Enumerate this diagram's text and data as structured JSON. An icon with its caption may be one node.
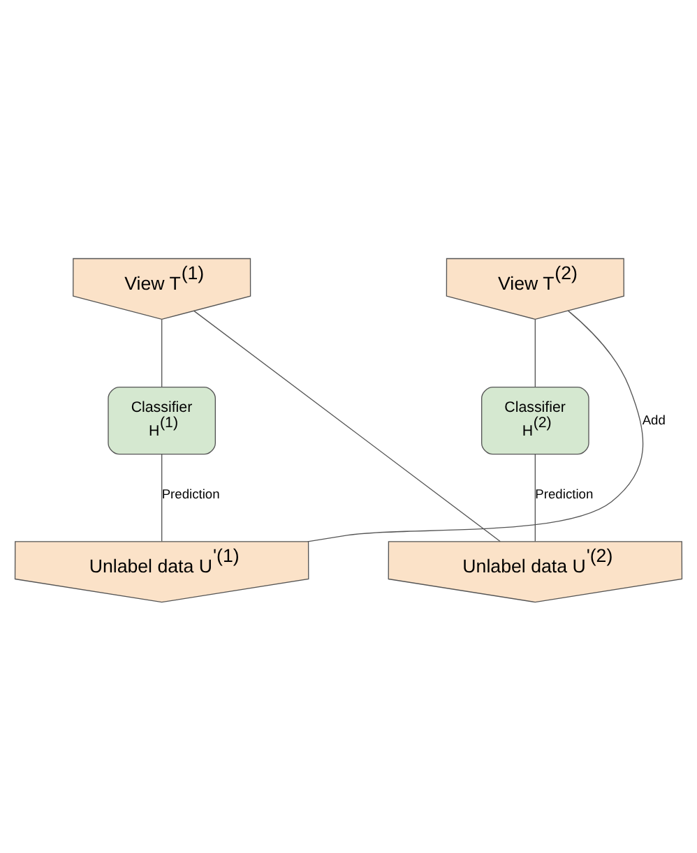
{
  "diagram": {
    "nodes": [
      {
        "text": [
          "View T$^{(1)}$"
        ]
      },
      {
        "text": [
          "View T$^{(2)}$"
        ]
      },
      {
        "text": [
          "Classifier",
          "H$^{(1)}$"
        ]
      },
      {
        "text": [
          "Classifier",
          "H$^{(2)}$"
        ]
      },
      {
        "text": [
          "Unlabel data U$^{'(1)}$"
        ]
      },
      {
        "text": [
          "Unlabel data U$^{'(2)}$"
        ]
      }
    ],
    "edges": [
      {
        "from": 0,
        "to": 2,
        "arrow": "none"
      },
      {
        "from": 2,
        "to": 4,
        "arrow": "none",
        "label": "Prediction"
      },
      {
        "from": 1,
        "to": 3,
        "arrow": "none"
      },
      {
        "from": 3,
        "to": 5,
        "arrow": "none",
        "label": "Prediction"
      },
      {
        "from": 4,
        "to": 1,
        "arrow": "none",
        "label": "Add"
      },
      {
        "from": 5,
        "to": 0,
        "arrow": "none"
      }
    ]
  }
}
